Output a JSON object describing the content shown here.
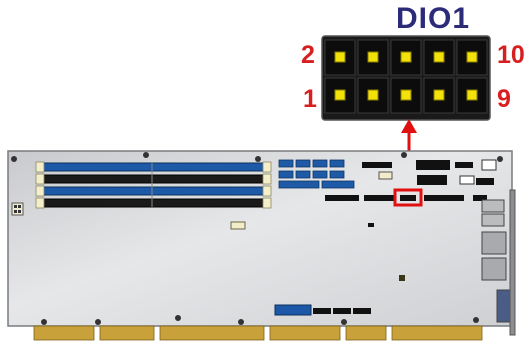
{
  "header": {
    "title": "DIO1"
  },
  "pins": {
    "top_left": "2",
    "top_right": "10",
    "bottom_left": "1",
    "bottom_right": "9"
  },
  "colors": {
    "title": "#2b2b7a",
    "pin_label": "#d81e1e",
    "header_body": "#1a1a1a",
    "pin": "#f2e20a",
    "board": "#d9dadc",
    "dimm_blue": "#1c5aa8",
    "highlight": "#e01010"
  },
  "icons": {
    "pointer": "arrow-up-icon"
  }
}
